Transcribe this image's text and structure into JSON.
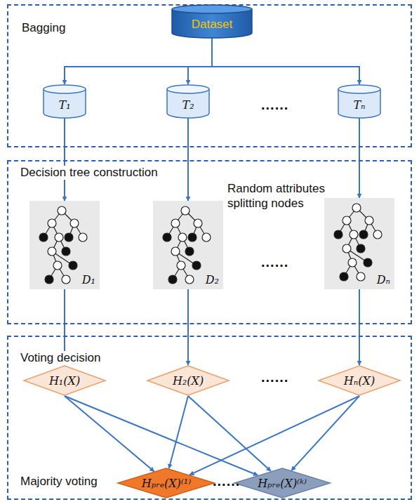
{
  "diagram": {
    "nodes": [
      {
        "text": [
          "Bagging"
        ]
      },
      {
        "text": [
          "Dataset"
        ],
        "in": 0
      },
      {
        "text": [
          "T₁"
        ],
        "in": 0
      },
      {
        "text": [
          "T₂"
        ],
        "in": 0
      },
      {
        "text": [
          "Tₙ"
        ],
        "in": 0
      },
      {
        "text": [
          "Decision tree construction"
        ]
      },
      {
        "text": [
          "D₁"
        ],
        "in": 5
      },
      {
        "text": [
          "D₂"
        ],
        "in": 5
      },
      {
        "text": [
          "Dₙ"
        ],
        "in": 5
      },
      {
        "text": [
          "Voting decision",
          "Majority voting"
        ]
      },
      {
        "text": [
          "H₁(X)"
        ],
        "in": 9
      },
      {
        "text": [
          "H₂(X)"
        ],
        "in": 9
      },
      {
        "text": [
          "Hₙ(X)"
        ],
        "in": 9
      },
      {
        "text": [
          "Hₚᵣₑ(X)⁽¹⁾"
        ],
        "in": 9
      },
      {
        "text": [
          "Hₚᵣₑ(X)⁽ᵏ⁾"
        ],
        "in": 9
      }
    ],
    "edges": [
      {
        "from": 1,
        "to": 2,
        "arrow": "to"
      },
      {
        "from": 1,
        "to": 3,
        "arrow": "to"
      },
      {
        "from": 1,
        "to": 4,
        "arrow": "to"
      },
      {
        "from": 2,
        "to": 6,
        "arrow": "to"
      },
      {
        "from": 3,
        "to": 7,
        "arrow": "to"
      },
      {
        "from": 4,
        "to": 8,
        "arrow": "to"
      },
      {
        "from": 6,
        "to": 10,
        "arrow": "to"
      },
      {
        "from": 7,
        "to": 11,
        "arrow": "to"
      },
      {
        "from": 8,
        "to": 12,
        "arrow": "to"
      },
      {
        "from": 10,
        "to": 13,
        "arrow": "to"
      },
      {
        "from": 10,
        "to": 14,
        "arrow": "to"
      },
      {
        "from": 11,
        "to": 13,
        "arrow": "to"
      },
      {
        "from": 11,
        "to": 14,
        "arrow": "to"
      },
      {
        "from": 12,
        "to": 13,
        "arrow": "to"
      },
      {
        "from": 12,
        "to": 14,
        "arrow": "to"
      }
    ],
    "labels": [
      "Random attributes splitting nodes",
      "......",
      "......",
      "......",
      "......"
    ]
  }
}
